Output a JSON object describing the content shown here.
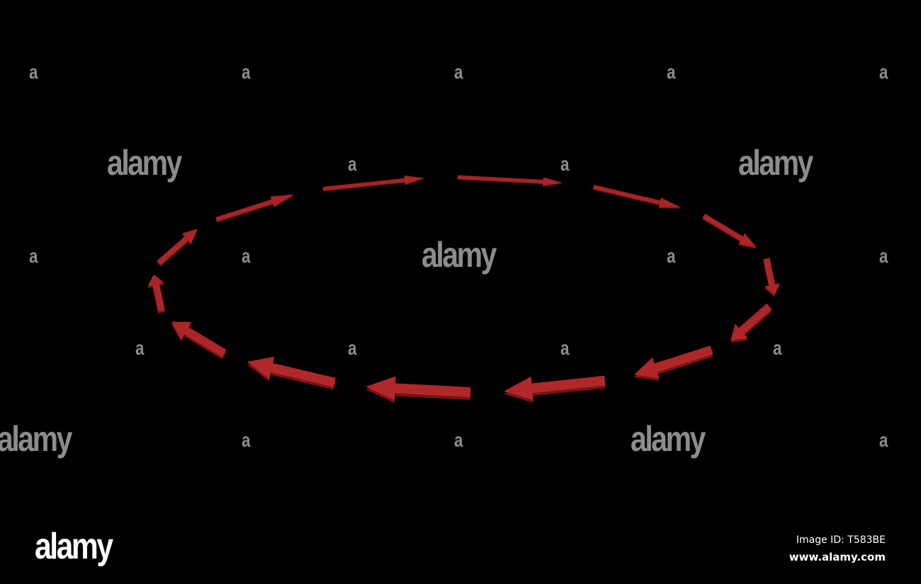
{
  "watermark": {
    "word": "alamy",
    "letter": "a"
  },
  "footer": {
    "logo": "alamy",
    "image_id": "Image ID: T583BE",
    "url": "www.alamy.com"
  },
  "scene": {
    "background": "#000000",
    "arrow_color": "#b0282a",
    "arrow_dark": "#7a1214",
    "arrow_count": 14,
    "direction": "clockwise"
  }
}
